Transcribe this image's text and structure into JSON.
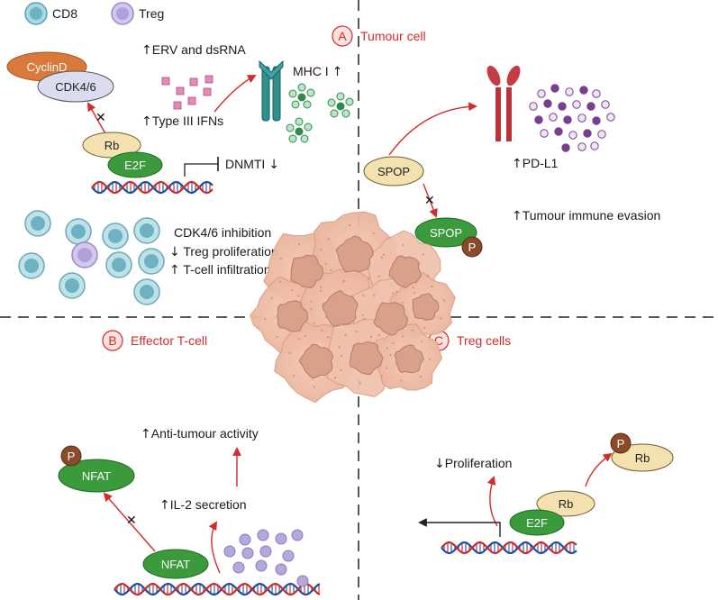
{
  "legend": {
    "cd8": "CD8",
    "treg": "Treg"
  },
  "panels": {
    "a": {
      "letter": "A",
      "title": "Tumour cell"
    },
    "b": {
      "letter": "B",
      "title": "Effector T-cell"
    },
    "c": {
      "letter": "C",
      "title": "Treg cells"
    }
  },
  "panel_a_left": {
    "cyclind": "CyclinD",
    "cdk46": "CDK4/6",
    "rb": "Rb",
    "e2f": "E2F",
    "erv": "ERV and dsRNA",
    "ifn": "Type III IFNs",
    "mhc": "MHC I",
    "dnmti": "DNMTI",
    "inhibition": "CDK4/6 inhibition",
    "treg_prolif": "Treg proliferation",
    "tcell_infil": "T-cell infiltration"
  },
  "panel_a_right": {
    "spop": "SPOP",
    "spop_p": "SPOP",
    "p": "P",
    "pdl1": "PD-L1",
    "evasion": "Tumour immune evasion"
  },
  "panel_b": {
    "nfat_p": "NFAT",
    "p": "P",
    "nfat": "NFAT",
    "antitumour": "Anti-tumour activity",
    "il2": "IL-2 secretion"
  },
  "panel_c": {
    "proliferation": "Proliferation",
    "rb_p": "Rb",
    "p": "P",
    "rb": "Rb",
    "e2f": "E2F"
  },
  "arrows": {
    "up": "↑",
    "down": "↓"
  },
  "colors": {
    "accent_red": "#d22b2b",
    "e2f_green": "#3a9a3c",
    "rb_cream": "#f3e2b0",
    "cd8_teal": "#7cbfcc",
    "treg_purple": "#b9a8dc",
    "phospho_brown": "#8b4a2b",
    "cyclind_orange": "#d9793b",
    "cdk_lavender": "#dcdcf0"
  }
}
